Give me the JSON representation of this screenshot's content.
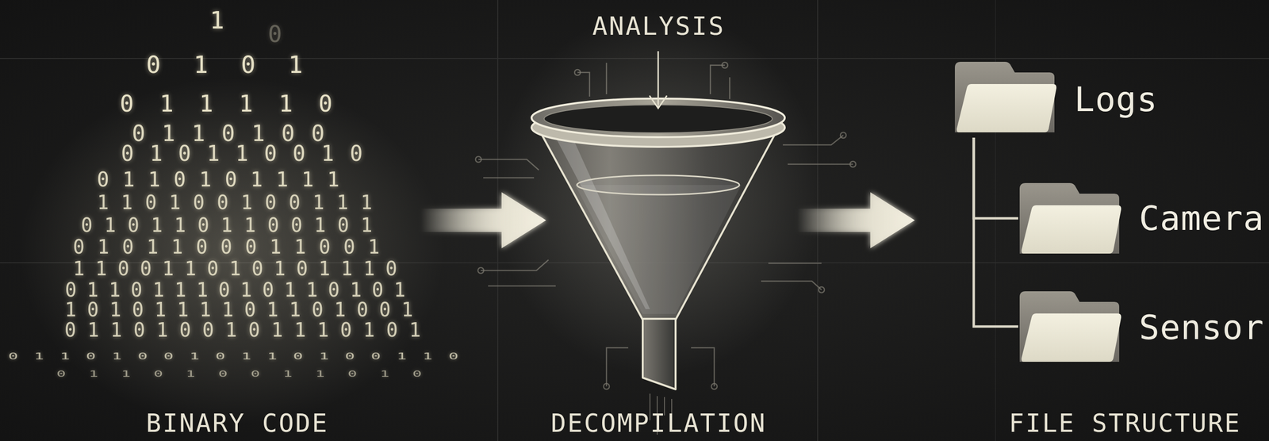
{
  "diagram": {
    "nodes": [
      {
        "text": [
          "BINARY CODE"
        ]
      },
      {
        "text": [
          "ANALYSIS",
          "DECOMPILATION"
        ]
      },
      {
        "text": [
          "FILE STRUCTURE"
        ]
      },
      {
        "text": [
          "Logs"
        ],
        "in": 2
      },
      {
        "text": [
          "Camera"
        ],
        "in": 2
      },
      {
        "text": [
          "Sensor"
        ],
        "in": 2
      }
    ],
    "edges": [
      {
        "from": 0,
        "to": 1,
        "arrow": "to"
      },
      {
        "from": 1,
        "to": 2,
        "arrow": "to"
      },
      {
        "from": 3,
        "to": 4,
        "arrow": "none"
      },
      {
        "from": 3,
        "to": 5,
        "arrow": "none"
      }
    ],
    "labels": [
      "1",
      "0",
      "0 1 0 1",
      "0 1 1 1 1 0",
      "0 1 1 0 1 0 0",
      "0 1 0 1 1 0 0 1 0",
      "0 1 1 0 1 0 1 1 1 1",
      "1 1 0 1 0 0 1 0 0 1 1 1",
      "0 1 0 1 1 0 1 1 0 0 1 0 1",
      "0 1 0 1 1 0 0 0 1 1 0 0 1",
      "1 1 0 0 1 1 0 1 0 1 0 1 1 1 0",
      "0 1 1 0 1 1 1 0 1 0 1 1 0 1 0 1",
      "1 0 1 0 1 1 1 1 0 1 1 0 1 0 0 1",
      "0 1 1 0 1 0 0 1 0 1 1 1 0 1 0 1",
      "0 1 1 0 1 0 0 1 0 1 1 0 1 0 0 1 1 0",
      "0 1 1 0 1 0 0 1 1 0 1 0"
    ]
  }
}
